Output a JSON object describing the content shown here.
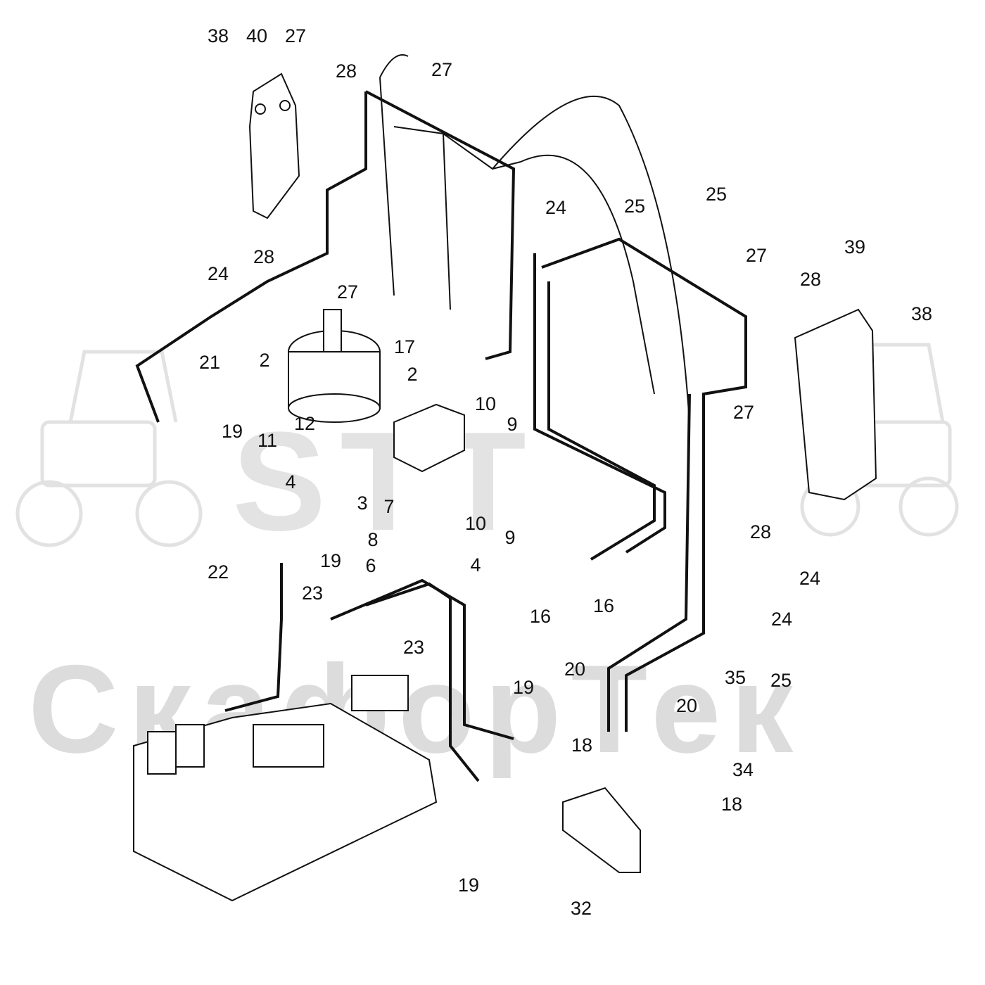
{
  "watermark": {
    "brand": "СкафорТек",
    "logo": "STT"
  },
  "callouts": [
    "38",
    "40",
    "27",
    "28",
    "27",
    "28",
    "27",
    "24",
    "24",
    "25",
    "25",
    "39",
    "27",
    "28",
    "38",
    "17",
    "21",
    "2",
    "2",
    "12",
    "11",
    "10",
    "9",
    "19",
    "4",
    "3",
    "7",
    "8",
    "6",
    "10",
    "9",
    "4",
    "19",
    "22",
    "16",
    "16",
    "27",
    "28",
    "24",
    "24",
    "25",
    "23",
    "23",
    "20",
    "20",
    "35",
    "34",
    "19",
    "18",
    "18",
    "19",
    "32"
  ],
  "colors": {
    "line": "#111111",
    "watermark": "#dcdcdc",
    "background": "#ffffff"
  }
}
